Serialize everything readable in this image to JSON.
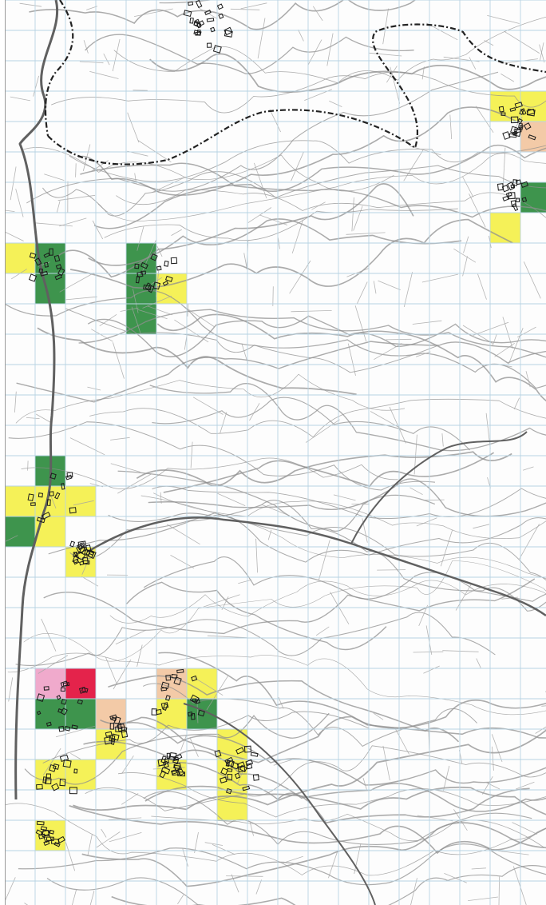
{
  "map": {
    "grid": {
      "columns": 18,
      "rows": 30,
      "line_color": "#b7d3e3"
    },
    "colors": {
      "green": "#2e8b3e",
      "yellow": "#f4f04a",
      "peach": "#f2c6a0",
      "pink": "#efa3c8",
      "red": "#e2103c",
      "river": "#606060",
      "contour": "#8f8f8f",
      "boundary": "#222222",
      "building": "#1a1a1a"
    },
    "highlighted_cells": [
      {
        "col": 16,
        "row": 3,
        "status": "yellow"
      },
      {
        "col": 17,
        "row": 3,
        "status": "yellow"
      },
      {
        "col": 17,
        "row": 4,
        "status": "peach"
      },
      {
        "col": 17,
        "row": 6,
        "status": "green"
      },
      {
        "col": 16,
        "row": 7,
        "status": "yellow"
      },
      {
        "col": 0,
        "row": 8,
        "status": "yellow"
      },
      {
        "col": 1,
        "row": 8,
        "status": "green"
      },
      {
        "col": 1,
        "row": 9,
        "status": "green"
      },
      {
        "col": 4,
        "row": 8,
        "status": "green"
      },
      {
        "col": 4,
        "row": 9,
        "status": "green"
      },
      {
        "col": 4,
        "row": 10,
        "status": "green"
      },
      {
        "col": 5,
        "row": 9,
        "status": "yellow"
      },
      {
        "col": 1,
        "row": 15,
        "status": "green"
      },
      {
        "col": 0,
        "row": 16,
        "status": "yellow"
      },
      {
        "col": 1,
        "row": 16,
        "status": "yellow"
      },
      {
        "col": 2,
        "row": 16,
        "status": "yellow"
      },
      {
        "col": 0,
        "row": 17,
        "status": "green"
      },
      {
        "col": 1,
        "row": 17,
        "status": "yellow"
      },
      {
        "col": 2,
        "row": 18,
        "status": "yellow"
      },
      {
        "col": 1,
        "row": 22,
        "status": "pink"
      },
      {
        "col": 2,
        "row": 22,
        "status": "red"
      },
      {
        "col": 5,
        "row": 22,
        "status": "peach"
      },
      {
        "col": 6,
        "row": 22,
        "status": "yellow"
      },
      {
        "col": 1,
        "row": 23,
        "status": "green"
      },
      {
        "col": 2,
        "row": 23,
        "status": "green"
      },
      {
        "col": 3,
        "row": 23,
        "status": "peach"
      },
      {
        "col": 5,
        "row": 23,
        "status": "yellow"
      },
      {
        "col": 6,
        "row": 23,
        "status": "green"
      },
      {
        "col": 3,
        "row": 24,
        "status": "yellow"
      },
      {
        "col": 7,
        "row": 24,
        "status": "yellow"
      },
      {
        "col": 1,
        "row": 25,
        "status": "yellow"
      },
      {
        "col": 2,
        "row": 25,
        "status": "yellow"
      },
      {
        "col": 5,
        "row": 25,
        "status": "yellow"
      },
      {
        "col": 7,
        "row": 25,
        "status": "yellow"
      },
      {
        "col": 7,
        "row": 26,
        "status": "yellow"
      },
      {
        "col": 1,
        "row": 27,
        "status": "yellow"
      }
    ]
  }
}
